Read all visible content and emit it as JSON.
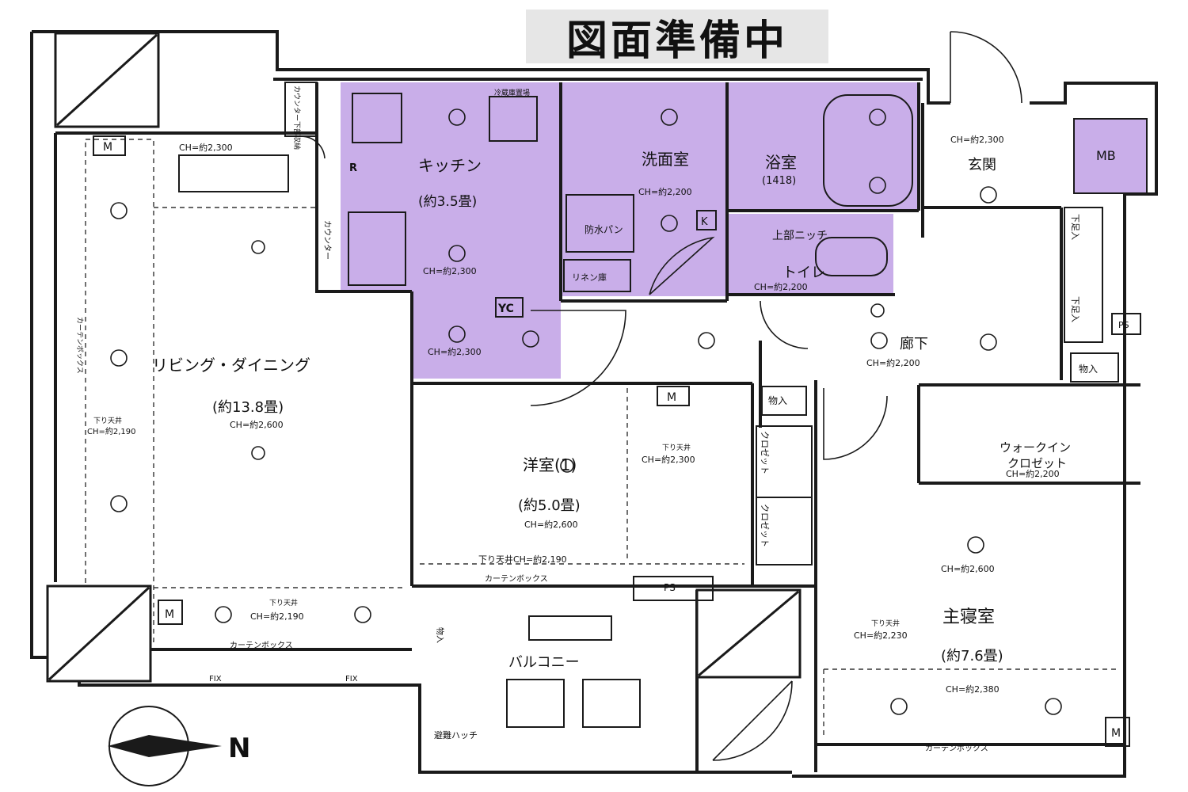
{
  "banner": "図面準備中",
  "colors": {
    "wet_area": "#c9aee9",
    "wall": "#1a1a1a",
    "banner_bg": "#e6e6e6"
  },
  "rooms": {
    "living_dining": {
      "name": "リビング・ダイニング",
      "size": "(約13.8畳)",
      "ch": "CH=約2,600"
    },
    "kitchen": {
      "name": "キッチン",
      "size": "(約3.5畳)",
      "ch1": "CH=約2,300",
      "ch2": "CH=約2,300"
    },
    "washroom": {
      "name": "洗面室",
      "ch": "CH=約2,200"
    },
    "bath": {
      "name": "浴室",
      "size": "(1418)"
    },
    "toilet": {
      "name": "トイレ",
      "niche": "上部ニッチ",
      "ch": "CH=約2,200"
    },
    "entrance": {
      "name": "玄関",
      "ch": "CH=約2,300"
    },
    "hallway": {
      "name": "廊下",
      "ch": "CH=約2,200"
    },
    "western_room": {
      "name": "洋室(1)",
      "size": "(約5.0畳)",
      "ch": "CH=約2,600",
      "soffit_ch": "CH=約2,300",
      "soffit_bottom": "下り天井CH=約2,190"
    },
    "master_bedroom": {
      "name": "主寝室",
      "size": "(約7.6畳)",
      "ch": "CH=約2,600",
      "soffit_ch": "CH=約2,230",
      "ch_lower": "CH=約2,380"
    },
    "walk_in_closet": {
      "name1": "ウォークイン",
      "name2": "クロゼット",
      "ch": "CH=約2,200"
    },
    "balcony": {
      "name": "バルコニー",
      "eaves": "避難ハッチ",
      "storage": "物入"
    }
  },
  "fixtures": {
    "mb": "MB",
    "ps": "PS",
    "ps2": "PS",
    "k": "K",
    "yc": "YC",
    "r": "R",
    "m1": "M",
    "m2": "M",
    "m3": "M",
    "m4": "M",
    "waterproof_pan": "防水パン",
    "linen": "リネン庫",
    "counter": "カウンター",
    "counter_under": "カウンター下部収納",
    "fridge": "冷蔵庫置場",
    "closet1": "クロゼット",
    "closet2": "クロゼット",
    "storage1": "物入",
    "storage2": "物入",
    "shoe1": "下足入",
    "shoe2": "下足入"
  },
  "annotations": {
    "living_top_ch": "CH=約2,300",
    "living_left_soffit": "下り天井",
    "living_left_ch": "CH=約2,190",
    "living_bottom_soffit": "下り天井",
    "living_bottom_ch": "CH=約2,190",
    "curtain_box_left": "カーテンボックス",
    "curtain_box_bottom": "カーテンボックス",
    "curtain_box_west": "カーテンボックス",
    "curtain_box_master": "カーテンボックス",
    "soffit_west": "下り天井",
    "soffit_master": "下り天井",
    "fix": "FIX",
    "fix_left": "FIX"
  },
  "compass": {
    "label": "N"
  }
}
